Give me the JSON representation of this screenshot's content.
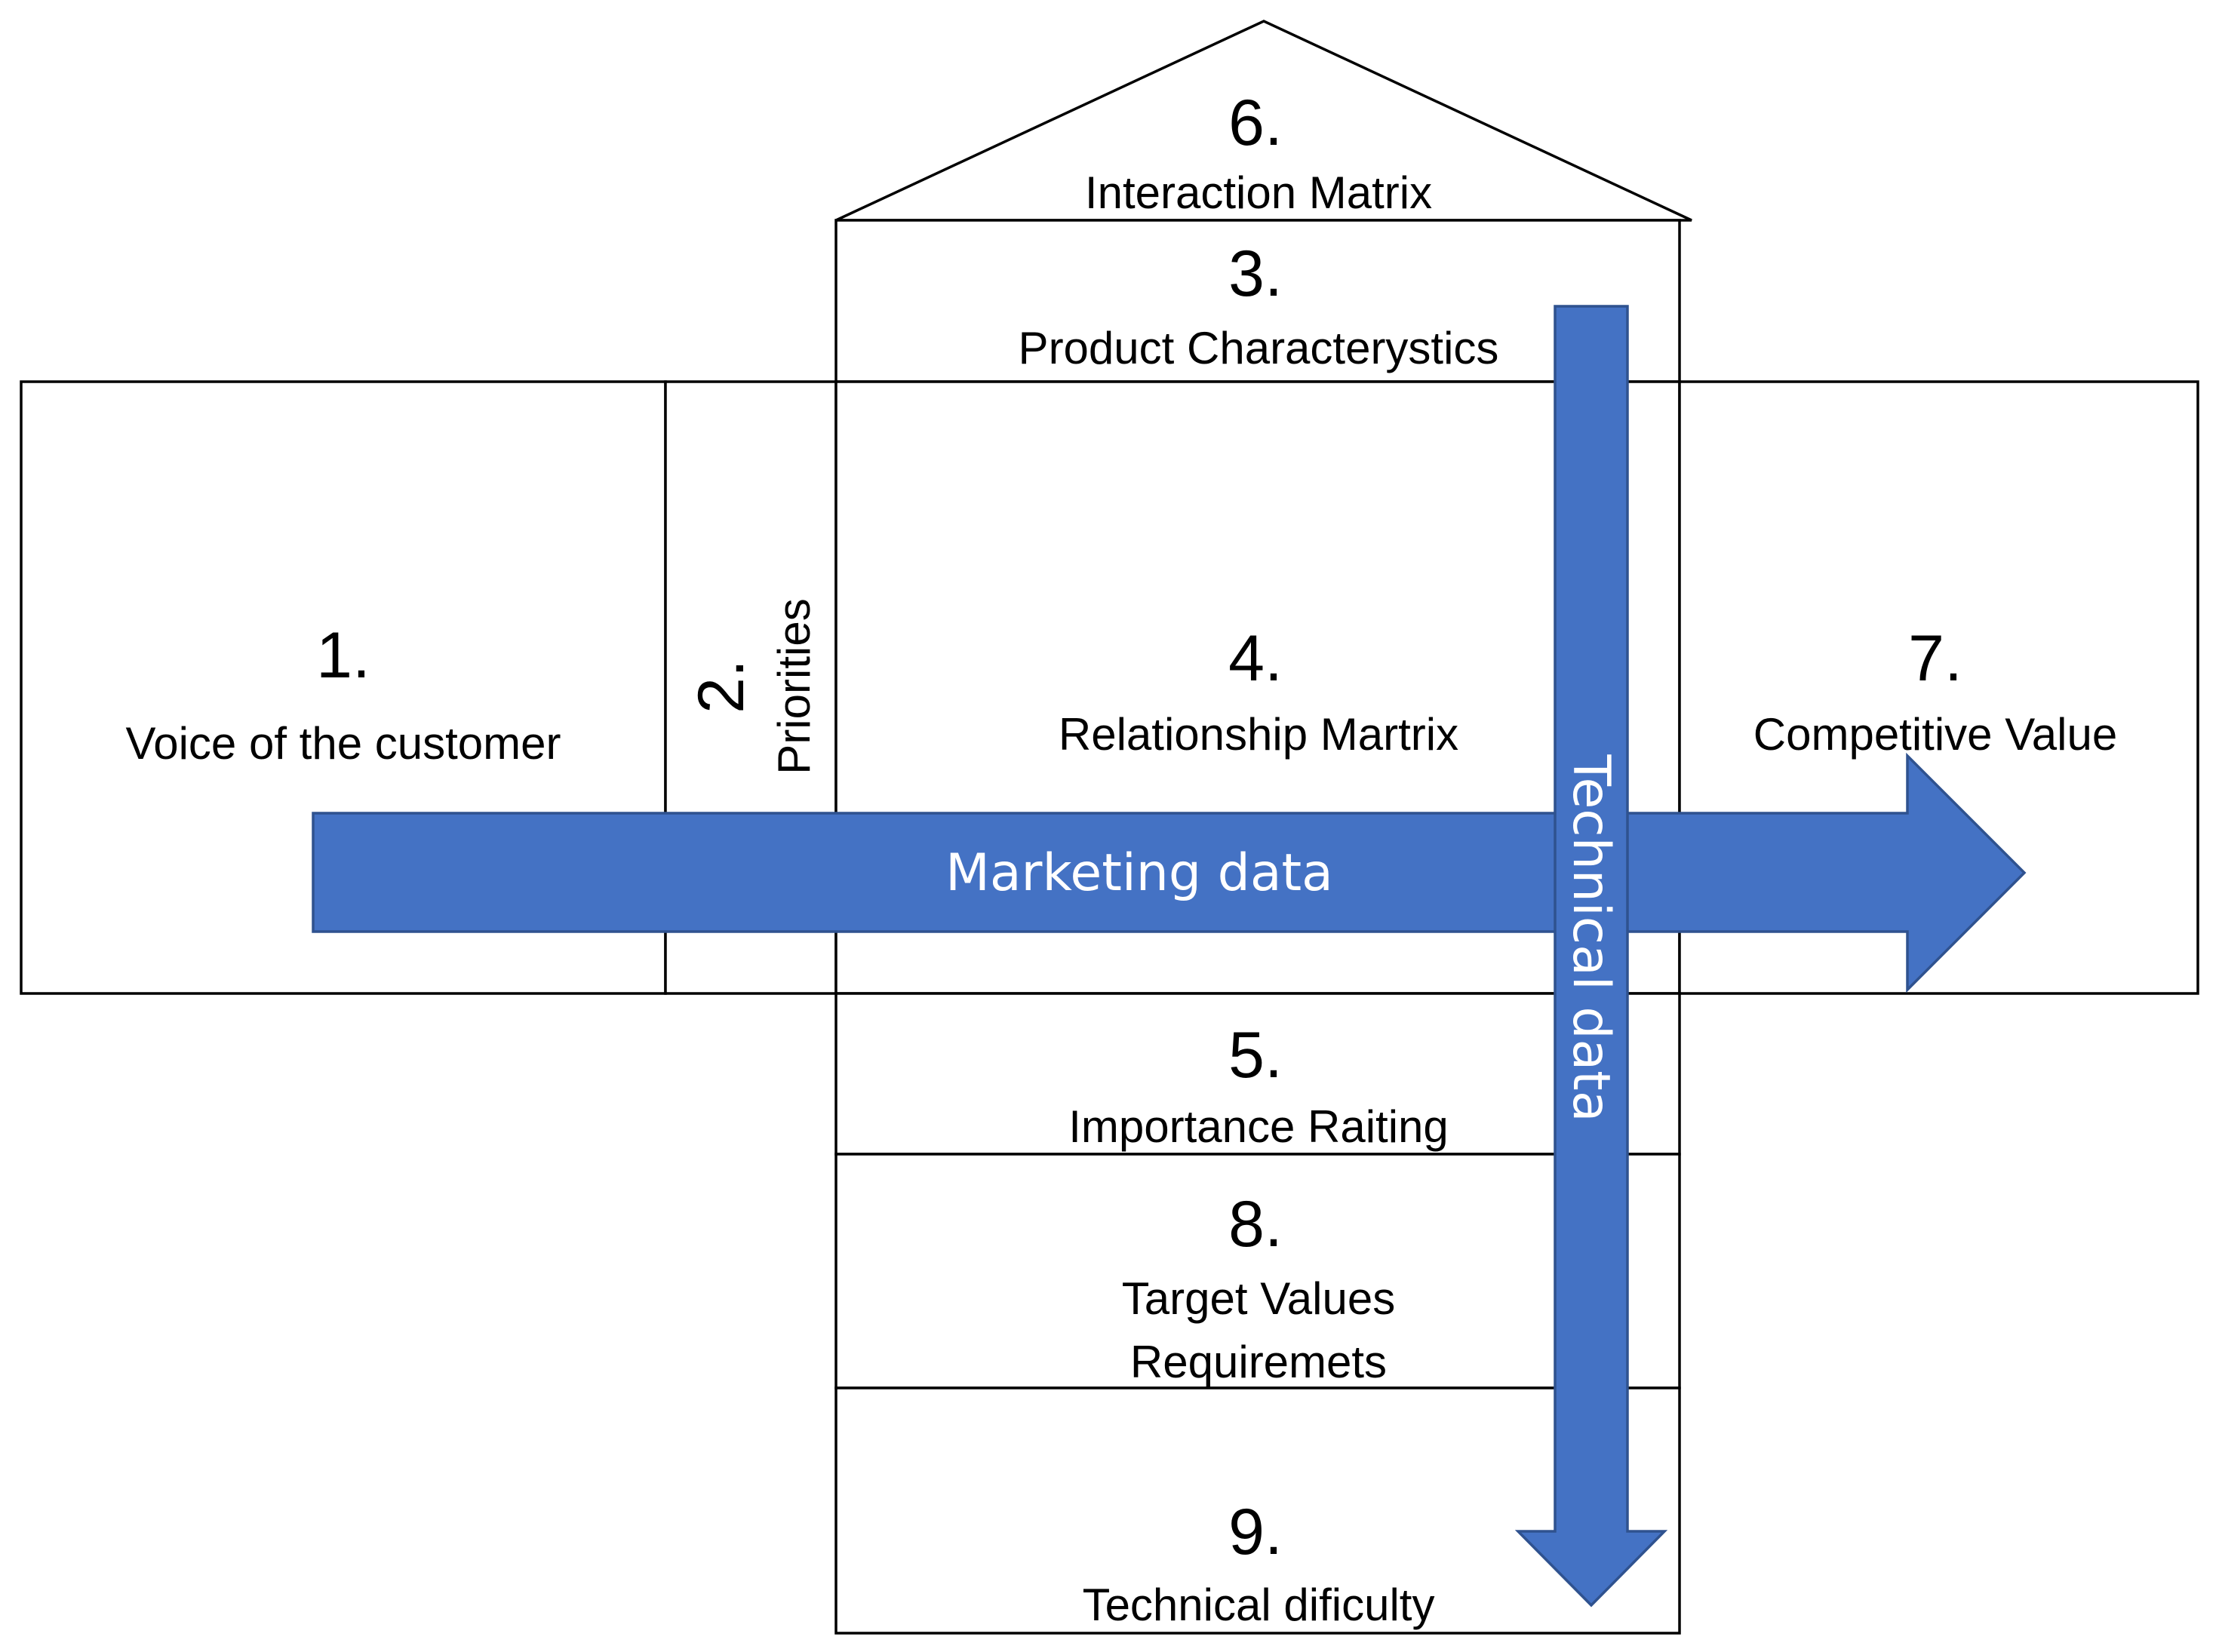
{
  "sections": {
    "s1": {
      "number": "1.",
      "label": "Voice of the customer"
    },
    "s2": {
      "number": "2.",
      "label": "Priorities"
    },
    "s3": {
      "number": "3.",
      "label": "Product Characterystics"
    },
    "s4": {
      "number": "4.",
      "label": "Relationship Martrix"
    },
    "s5": {
      "number": "5.",
      "label": "Importance Raiting"
    },
    "s6": {
      "number": "6.",
      "label": "Interaction Matrix"
    },
    "s7": {
      "number": "7.",
      "label": "Competitive Value"
    },
    "s8": {
      "number": "8.",
      "label_line1": "Target Values",
      "label_line2": "Requiremets"
    },
    "s9": {
      "number": "9.",
      "label": "Technical dificulty"
    }
  },
  "arrows": {
    "marketing": {
      "label": "Marketing data"
    },
    "technical": {
      "label": "Technical data"
    }
  },
  "colors": {
    "arrow_fill": "#4472c4",
    "arrow_stroke": "#2f528f",
    "line": "#000000"
  }
}
